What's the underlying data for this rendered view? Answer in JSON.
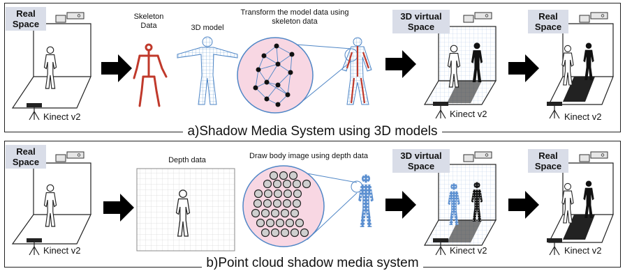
{
  "top": {
    "real_space_1": "Real\nSpace",
    "skeleton_data": "Skeleton\nData",
    "model_3d": "3D model",
    "transform": "Transform the model data using\nskeleton data",
    "virtual_space": "3D virtual\nSpace",
    "real_space_2": "Real\nSpace",
    "kinect_1": "Kinect v2",
    "kinect_2": "Kinect v2",
    "kinect_3": "Kinect v2",
    "caption": "a)Shadow Media System using  3D models"
  },
  "bottom": {
    "real_space_1": "Real\nSpace",
    "depth_data": "Depth data",
    "draw_body": "Draw body image using depth data",
    "virtual_space": "3D virtual\nSpace",
    "real_space_2": "Real\nSpace",
    "kinect_1": "Kinect v2",
    "kinect_2": "Kinect v2",
    "kinect_3": "Kinect v2",
    "caption": "b)Point cloud shadow media  system"
  },
  "colors": {
    "tag_bg": "#d9dde8",
    "grid_blue": "#6a9fd6",
    "circle_pink": "#f8d7e3",
    "skeleton_red": "#c0392b"
  }
}
